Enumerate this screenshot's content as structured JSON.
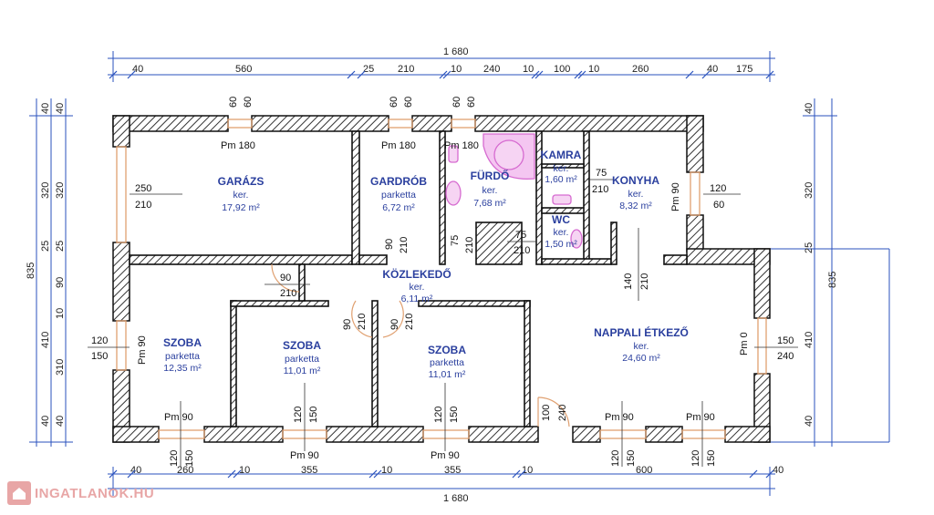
{
  "plan": {
    "dims_top": {
      "total": "1 680",
      "segments": [
        "40",
        "560",
        "25",
        "210",
        "10",
        "240",
        "10",
        "100",
        "10",
        "260",
        "40",
        "175"
      ]
    },
    "dims_bottom": {
      "total": "1 680",
      "segments": [
        "40",
        "260",
        "10",
        "355",
        "10",
        "355",
        "10",
        "600",
        "40"
      ]
    },
    "dims_left": {
      "total": "835",
      "outer": [
        "40",
        "320",
        "25",
        "410",
        "40"
      ],
      "inner": [
        "40",
        "320",
        "25",
        "90",
        "10",
        "310",
        "40"
      ]
    },
    "dims_right": {
      "total": "835",
      "segments": [
        "40",
        "320",
        "25",
        "410",
        "40"
      ]
    },
    "rooms": [
      {
        "name": "GARÁZS",
        "floor": "ker.",
        "area": "17,92 m²"
      },
      {
        "name": "GARDRÓB",
        "floor": "parketta",
        "area": "6,72 m²"
      },
      {
        "name": "FÜRDŐ",
        "floor": "ker.",
        "area": "7,68 m²"
      },
      {
        "name": "KAMRA",
        "floor": "ker.",
        "area": "1,60 m²"
      },
      {
        "name": "KONYHA",
        "floor": "ker.",
        "area": "8,32 m²"
      },
      {
        "name": "WC",
        "floor": "ker.",
        "area": "1,50 m²"
      },
      {
        "name": "KÖZLEKEDŐ",
        "floor": "ker.",
        "area": "6,11 m²"
      },
      {
        "name": "SZOBA",
        "floor": "parketta",
        "area": "12,35 m²"
      },
      {
        "name": "SZOBA",
        "floor": "parketta",
        "area": "11,01 m²"
      },
      {
        "name": "SZOBA",
        "floor": "parketta",
        "area": "11,01 m²"
      },
      {
        "name": "NAPPALI ÉTKEZŐ",
        "floor": "ker.",
        "area": "24,60 m²"
      }
    ],
    "openings": {
      "top_60a": "60",
      "top_60b": "60",
      "top_60c": "60",
      "top_60d": "60",
      "top_60e": "60",
      "top_60f": "60",
      "pm180a": "Pm 180",
      "pm180b": "Pm 180",
      "pm180c": "Pm 180",
      "gar_250": "250",
      "gar_210": "210",
      "kamra_75": "75",
      "kamra_210": "210",
      "kon_pm90": "Pm 90",
      "kon_120": "120",
      "kon_60": "60",
      "gard_90": "90",
      "gard_210": "210",
      "fur_75": "75",
      "fur_210": "210",
      "wc_75": "75",
      "wc_210": "210",
      "hall_90": "90",
      "hall_210": "210",
      "sz2_90": "90",
      "sz2_210": "210",
      "sz3_90": "90",
      "sz3_210": "210",
      "nap_140": "140",
      "nap_210": "210",
      "w_left_120": "120",
      "w_left_150": "150",
      "w_left_pm": "Pm 90",
      "w_right_150": "150",
      "w_right_240": "240",
      "w_right_pm": "Pm 0",
      "pm90_b1": "Pm 90",
      "pm90_b2": "Pm 90",
      "pm90_b3": "Pm 90",
      "pm90_b4": "Pm 90",
      "pm90_b5": "Pm 90",
      "b120_1": "120",
      "b150_1": "150",
      "b120_2": "120",
      "b150_2": "150",
      "b120_3": "120",
      "b150_3": "150",
      "b120_4": "120",
      "b150_4": "150",
      "b120_5": "120",
      "b150_5": "150",
      "ent_100": "100",
      "ent_240": "240"
    }
  },
  "branding": {
    "logo_text": "INGATLANOK.HU"
  },
  "colors": {
    "room_text": "#2a3f9e",
    "wall": "#222222",
    "fixture": "#d66ad0",
    "window": "#e0a070"
  }
}
